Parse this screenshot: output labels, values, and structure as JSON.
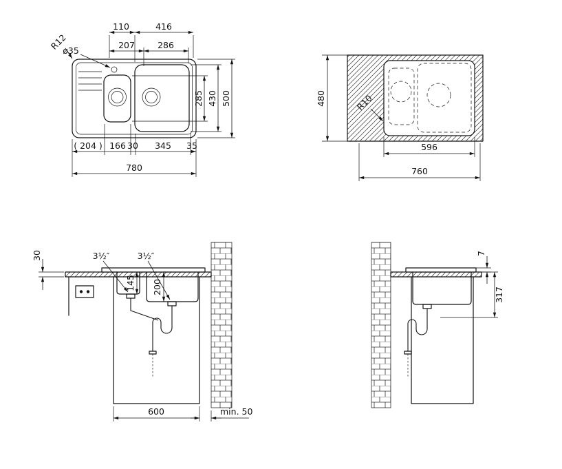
{
  "drawing": {
    "plan": {
      "d110": "110",
      "d416": "416",
      "dia35": "ø35",
      "d207": "207",
      "d286": "286",
      "r12": "R12",
      "d285": "285",
      "d430": "430",
      "d500": "500",
      "d204": "( 204 )",
      "d166": "166",
      "d30": "30",
      "d345": "345",
      "d35": "35",
      "d780": "780"
    },
    "cutout": {
      "d480": "480",
      "r10": "R10",
      "d596": "596",
      "d760": "760"
    },
    "front": {
      "d30": "30",
      "tap_left": "3½″",
      "tap_right": "3½″",
      "d145": "145",
      "d200": "200",
      "d600": "600",
      "min50": "min. 50"
    },
    "side": {
      "d7": "7",
      "d317": "317"
    }
  }
}
